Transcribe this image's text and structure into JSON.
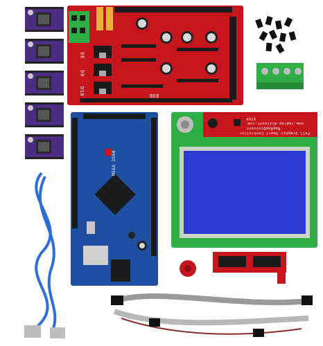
{
  "ramps": {
    "pins": [
      "D8",
      "D9",
      "D10"
    ],
    "bottom_label": "EOD"
  },
  "mega": {
    "label": "MEGA 2560"
  },
  "lcd": {
    "title": "Full Graphic Smart Controller",
    "subtitle": "RepRapDiscount",
    "url": "www.reprap-discount.com",
    "stop": "STOP"
  },
  "colors": {
    "ramps_red": "#c4161c",
    "mega_blue": "#1e4fa0",
    "lcd_green": "#2fae45",
    "lcd_screen": "#2b3bd3",
    "driver_purple": "#4b2e83",
    "usb_cable": "#2d6fd6"
  }
}
